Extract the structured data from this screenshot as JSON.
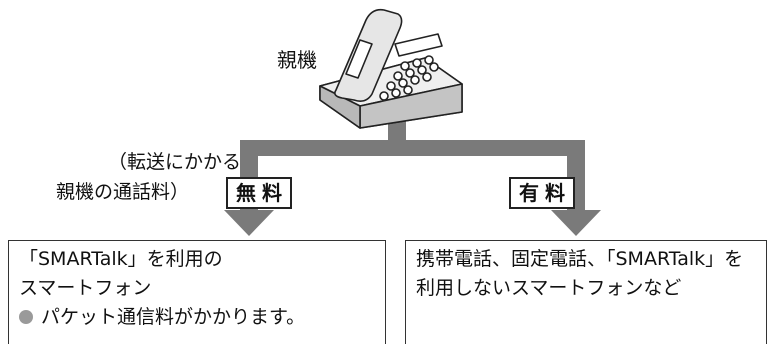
{
  "base_unit": {
    "label": "親機",
    "icon": "cordless-base-phone-icon"
  },
  "call_charge_note": {
    "line1": "（転送にかかる",
    "line2": "親機の通話料）"
  },
  "free": {
    "tag": "無料"
  },
  "paid": {
    "tag": "有料"
  },
  "left_box": {
    "line1": "「SMARTalk」を利用の",
    "line2": "スマートフォン",
    "bullet_text": "パケット通信料がかかります。",
    "icon": "smartphone-icon"
  },
  "right_box": {
    "line1": "携帯電話、固定電話、「SMARTalk」を",
    "line2": "利用しないスマートフォンなど"
  },
  "colors": {
    "connector": "#7a7a7a",
    "phone_body": "#e6e6e6",
    "outline": "#222222",
    "bullet": "#9a9a9a"
  }
}
